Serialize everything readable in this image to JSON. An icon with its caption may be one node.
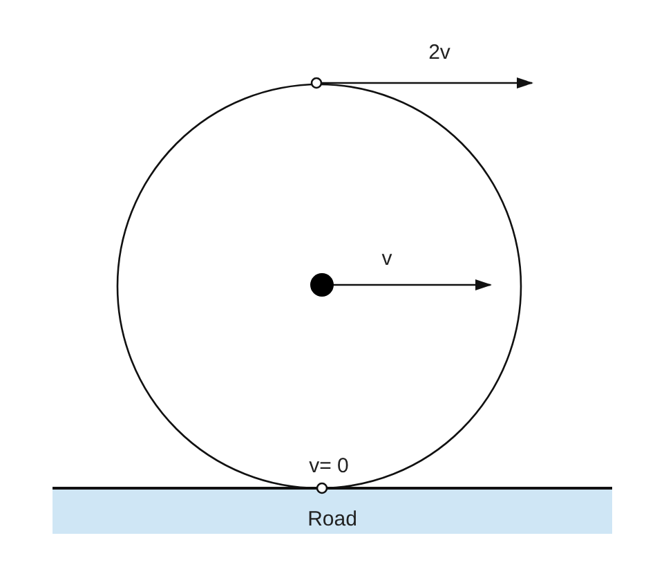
{
  "diagram": {
    "nodes": [
      {
        "text": [
          "Road"
        ]
      }
    ],
    "labels": [
      "2v",
      "v",
      "v= 0"
    ]
  }
}
